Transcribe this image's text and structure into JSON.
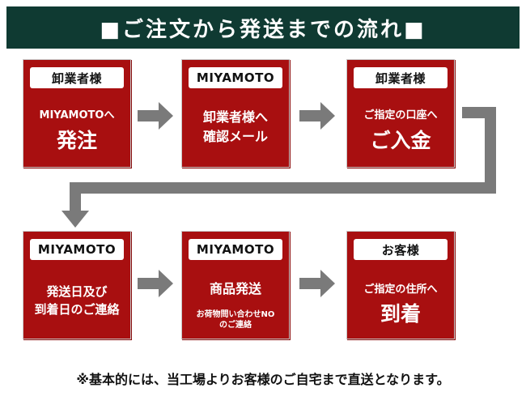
{
  "header": {
    "title": "■ご注文から発送までの流れ■"
  },
  "steps": [
    {
      "role": "卸業者様",
      "sub": "MIYAMOTOへ",
      "main": "発注"
    },
    {
      "role": "MIYAMOTO",
      "line1": "卸業者様へ",
      "line2": "確認メール"
    },
    {
      "role": "卸業者様",
      "sub": "ご指定の口座へ",
      "main": "ご入金"
    },
    {
      "role": "MIYAMOTO",
      "line1": "発送日及び",
      "line2": "到着日のご連絡"
    },
    {
      "role": "MIYAMOTO",
      "main": "商品発送",
      "note1": "お荷物問い合わせNO",
      "note2": "のご連絡"
    },
    {
      "role": "お客様",
      "sub": "ご指定の住所へ",
      "main": "到着"
    }
  ],
  "footer": {
    "note": "※基本的には、当工場よりお客様のご自宅まで直送となります。"
  },
  "colors": {
    "header_bg": "#0f3a32",
    "box": "#a80f10",
    "arrow": "#7a7a7a"
  }
}
